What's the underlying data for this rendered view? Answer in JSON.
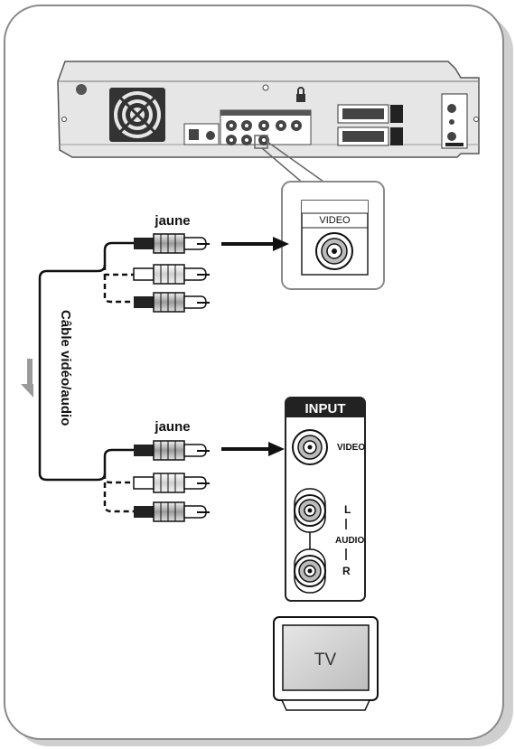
{
  "labels": {
    "yellow_top": "jaune",
    "yellow_bottom": "jaune",
    "cable": "Câble vidéo/audio",
    "video_header": "VIDEO",
    "input_header": "INPUT",
    "input_video": "VIDEO",
    "input_l": "L",
    "input_audio": "AUDIO",
    "input_r": "R",
    "tv": "TV"
  },
  "colors": {
    "frame_border": "#8a8a8a",
    "frame_shadow": "#c9c9c9",
    "device_body": "#e6e6e6",
    "dark": "#2b2b2b",
    "arrow_gray": "#9a9a9a"
  }
}
